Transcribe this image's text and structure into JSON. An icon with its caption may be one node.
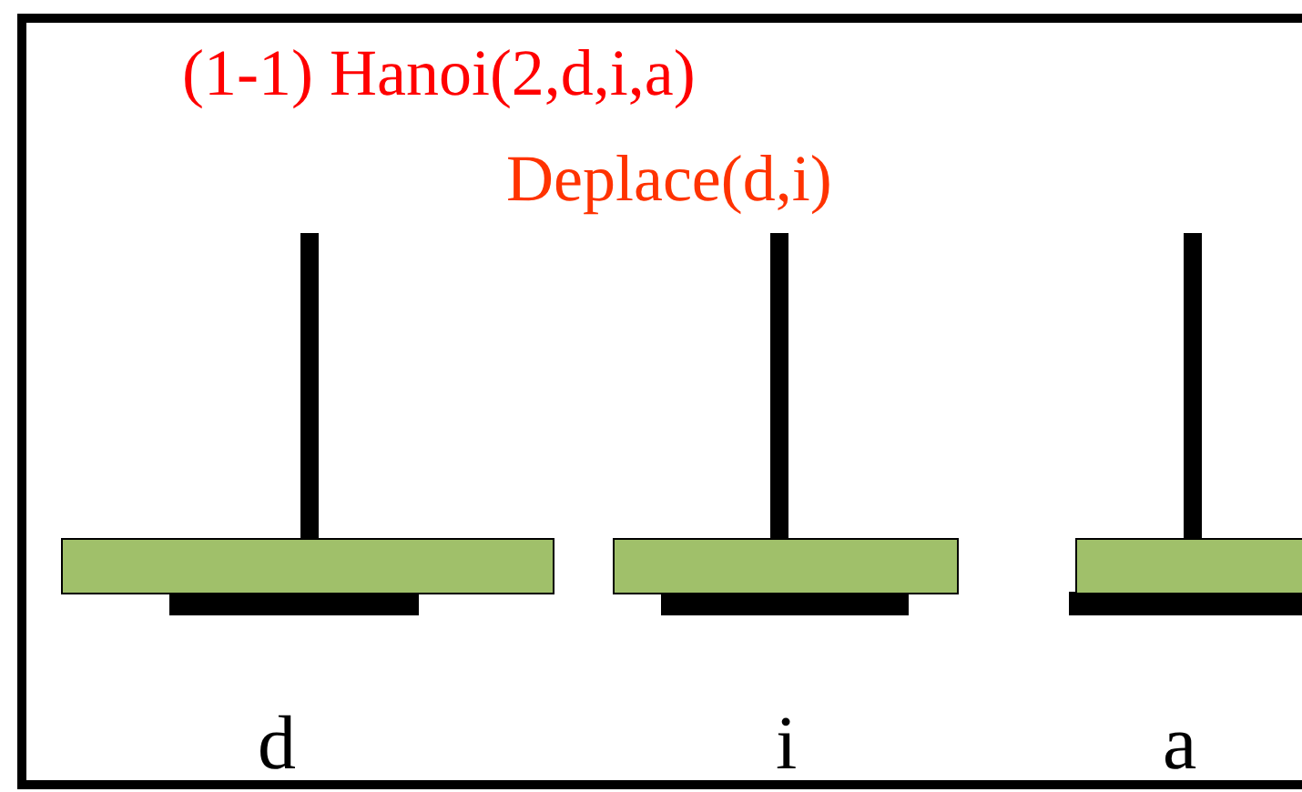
{
  "diagram": {
    "labels": [
      "(1-1) Hanoi(2,d,i,a)",
      "Deplace(d,i)",
      "d",
      "i",
      "a"
    ]
  }
}
